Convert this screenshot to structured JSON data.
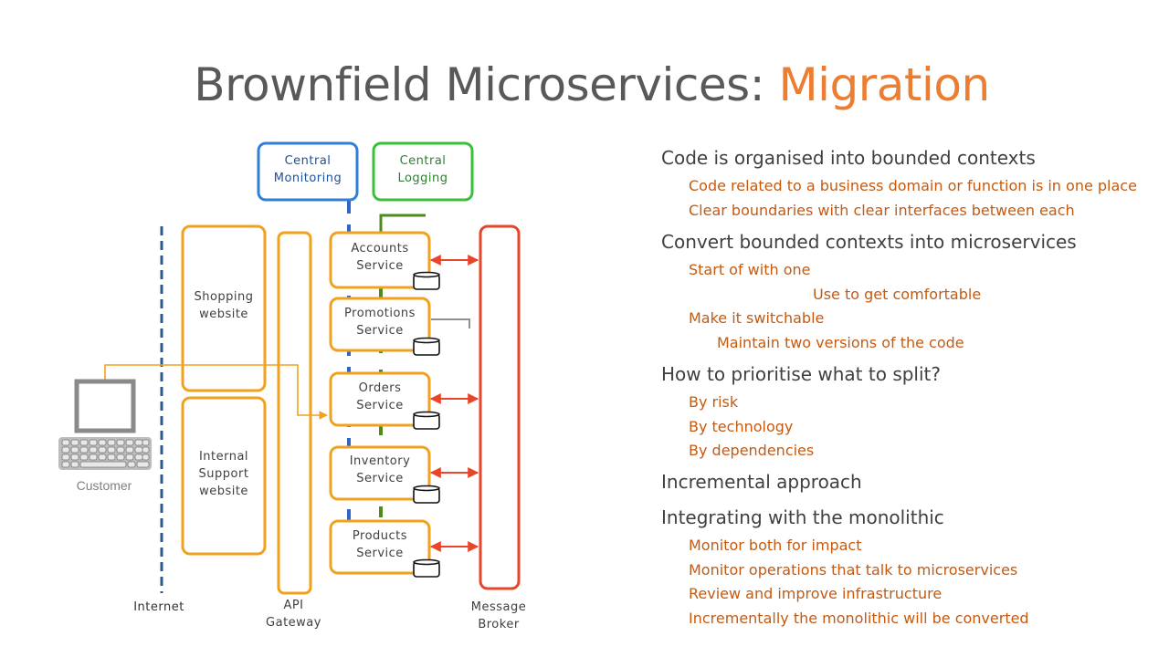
{
  "title": {
    "prefix": "Brownfield Microservices: ",
    "highlight": "Migration",
    "accent_color": "#ED7D31"
  },
  "diagram": {
    "central_monitoring": "Central Monitoring",
    "central_logging": "Central Logging",
    "shopping_website": "Shopping website",
    "internal_support_website": "Internal Support website",
    "customer": "Customer",
    "internet": "Internet",
    "api_gateway": "API Gateway",
    "message_broker": "Message Broker",
    "services": [
      {
        "label": "Accounts Service"
      },
      {
        "label": "Promotions Service"
      },
      {
        "label": "Orders Service"
      },
      {
        "label": "Inventory Service"
      },
      {
        "label": "Products Service"
      }
    ],
    "colors": {
      "monitoring": "#2F7FD8",
      "logging": "#38C03A",
      "orange": "#F0A21E",
      "broker": "#E8452A",
      "internet": "#2C5A8C"
    }
  },
  "bullets": [
    {
      "text": "Code is organised into bounded contexts",
      "level": 1
    },
    {
      "text": "Code related to a business domain or function is in one place",
      "level": 2
    },
    {
      "text": "Clear boundaries with clear interfaces between each",
      "level": 2
    },
    {
      "text": "Convert bounded contexts into microservices",
      "level": 1
    },
    {
      "text": "Start of with one",
      "level": 2
    },
    {
      "text": "Use to get comfortable",
      "level": 3
    },
    {
      "text": "Make it switchable",
      "level": 2
    },
    {
      "text": "Maintain two versions of the code",
      "level": 3
    },
    {
      "text": "How to prioritise what to split?",
      "level": 1
    },
    {
      "text": "By risk",
      "level": 2
    },
    {
      "text": "By technology",
      "level": 2
    },
    {
      "text": "By dependencies",
      "level": 2
    },
    {
      "text": "Incremental approach",
      "level": 1
    },
    {
      "text": "Integrating with the monolithic",
      "level": 1
    },
    {
      "text": "Monitor both for impact",
      "level": 2
    },
    {
      "text": "Monitor operations that talk to microservices",
      "level": 2
    },
    {
      "text": "Review and improve infrastructure",
      "level": 2
    },
    {
      "text": "Incrementally the monolithic will be converted",
      "level": 2
    }
  ]
}
